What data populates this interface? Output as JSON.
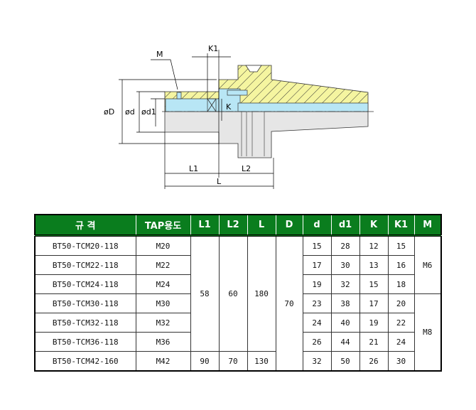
{
  "drawing": {
    "labels": {
      "M": "M",
      "K1": "K1",
      "K": "K",
      "D": "øD",
      "d": "ød",
      "d1": "ød1",
      "L1": "L1",
      "L2": "L2",
      "L": "L"
    },
    "colors": {
      "section_fill": "#f5f5a0",
      "bore_fill": "#b8e6f5",
      "body_fill": "#e6e6e6"
    }
  },
  "table": {
    "header_color": "#0a7d1e",
    "headers": [
      "규 격",
      "TAP용도",
      "L1",
      "L2",
      "L",
      "D",
      "d",
      "d1",
      "K",
      "K1",
      "M"
    ],
    "rows": [
      {
        "spec": "BT50-TCM20-118",
        "tap": "M20",
        "d": "15",
        "d1": "28",
        "K": "12",
        "K1": "15"
      },
      {
        "spec": "BT50-TCM22-118",
        "tap": "M22",
        "d": "17",
        "d1": "30",
        "K": "13",
        "K1": "16"
      },
      {
        "spec": "BT50-TCM24-118",
        "tap": "M24",
        "d": "19",
        "d1": "32",
        "K": "15",
        "K1": "18"
      },
      {
        "spec": "BT50-TCM30-118",
        "tap": "M30",
        "d": "23",
        "d1": "38",
        "K": "17",
        "K1": "20"
      },
      {
        "spec": "BT50-TCM32-118",
        "tap": "M32",
        "d": "24",
        "d1": "40",
        "K": "19",
        "K1": "22"
      },
      {
        "spec": "BT50-TCM36-118",
        "tap": "M36",
        "d": "26",
        "d1": "44",
        "K": "21",
        "K1": "24"
      },
      {
        "spec": "BT50-TCM42-160",
        "tap": "M42",
        "d": "32",
        "d1": "50",
        "K": "26",
        "K1": "30"
      }
    ],
    "merged": {
      "L1_group": "58",
      "L2_group": "60",
      "L_group": "180",
      "D_all": "70",
      "L1_last": "90",
      "L2_last": "70",
      "L_last": "130",
      "M_group1": "M6",
      "M_group2": "M8"
    }
  }
}
